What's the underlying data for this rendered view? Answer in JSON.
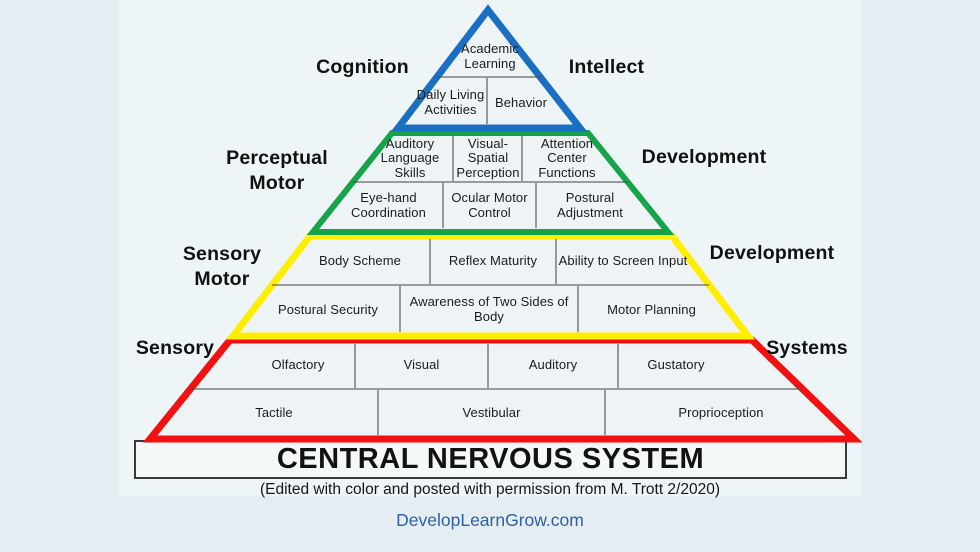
{
  "palette": {
    "blue": "#1a6fc4",
    "green": "#17a34a",
    "yellow": "#ffee00",
    "red": "#f21010",
    "link_blue": "#2e5fa3",
    "scan_background": "#eef5f7",
    "page_background": "#e4eef2"
  },
  "pyramid": {
    "levels": [
      {
        "id": "cognition",
        "outline_color": "#1a6fc4",
        "side_left": "Cognition",
        "side_right": "Intellect",
        "cells": [
          "Academic Learning",
          "Daily Living Activities",
          "Behavior"
        ]
      },
      {
        "id": "perceptual-motor",
        "outline_color": "#17a34a",
        "side_left": "Perceptual Motor",
        "side_right": "Development",
        "cells": [
          "Auditory Language Skills",
          "Visual-Spatial Perception",
          "Attention Center Functions",
          "Eye-hand Coordination",
          "Ocular Motor Control",
          "Postural Adjustment"
        ]
      },
      {
        "id": "sensory-motor",
        "outline_color": "#ffee00",
        "side_left": "Sensory Motor",
        "side_right": "Development",
        "cells": [
          "Body Scheme",
          "Reflex Maturity",
          "Ability to Screen Input",
          "Postural Security",
          "Awareness of Two Sides of Body",
          "Motor Planning"
        ]
      },
      {
        "id": "sensory-systems",
        "outline_color": "#f21010",
        "side_left": "Sensory",
        "side_right": "Systems",
        "cells": [
          "Olfactory",
          "Visual",
          "Auditory",
          "Gustatory",
          "Tactile",
          "Vestibular",
          "Proprioception"
        ]
      }
    ],
    "base_label": "CENTRAL NERVOUS SYSTEM"
  },
  "footer": {
    "caption": "(Edited with color and posted with permission from M. Trott 2/2020)",
    "link": "DevelopLearnGrow.com"
  }
}
